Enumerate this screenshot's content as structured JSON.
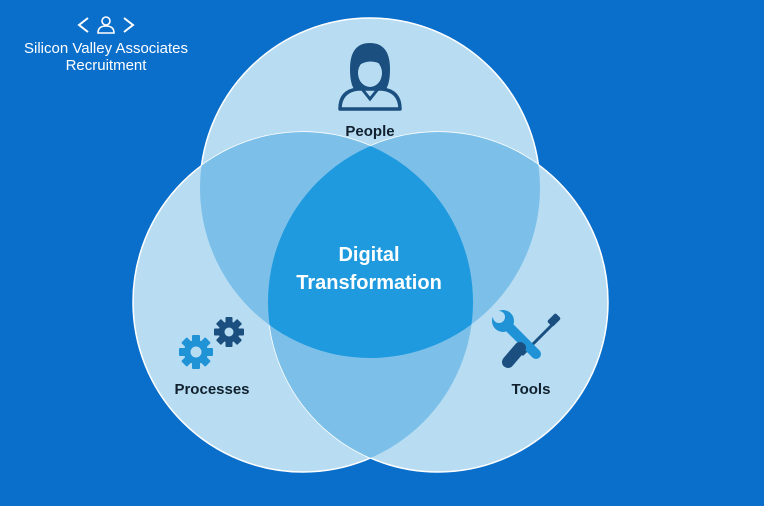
{
  "brand": {
    "line1": "Silicon Valley Associates",
    "line2": "Recruitment",
    "icon": "user-code-icon"
  },
  "diagram": {
    "type": "venn",
    "center_label_line1": "Digital",
    "center_label_line2": "Transformation",
    "sets": [
      {
        "name": "People",
        "icon": "person-icon"
      },
      {
        "name": "Processes",
        "icon": "gears-icon"
      },
      {
        "name": "Tools",
        "icon": "wrench-screwdriver-icon"
      }
    ]
  },
  "colors": {
    "background": "#0a6ecb",
    "circle": "#b8ddf3",
    "pair_overlap": "#7cc0ea",
    "center_overlap": "#1f9ade",
    "icon": "#1a4f7f",
    "label": "#10202e"
  }
}
